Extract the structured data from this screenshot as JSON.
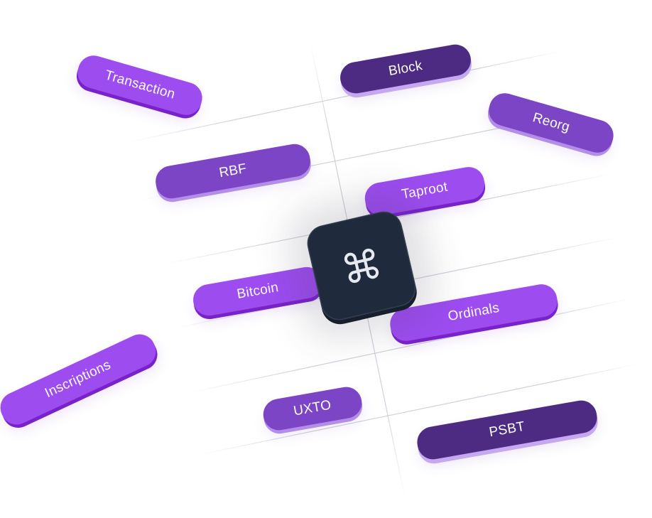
{
  "colors": {
    "pill_bright": "#9d4cf0",
    "pill_medium": "#7c45c6",
    "pill_dark": "#4d2b82",
    "key_background": "#1f2a3c",
    "grid_line": "#c8ccd6"
  },
  "command_key": {
    "icon": "command-icon"
  },
  "tags": [
    {
      "id": "transaction",
      "label": "Transaction"
    },
    {
      "id": "block",
      "label": "Block"
    },
    {
      "id": "reorg",
      "label": "Reorg"
    },
    {
      "id": "rbf",
      "label": "RBF"
    },
    {
      "id": "taproot",
      "label": "Taproot"
    },
    {
      "id": "bitcoin",
      "label": "Bitcoin"
    },
    {
      "id": "ordinals",
      "label": "Ordinals"
    },
    {
      "id": "inscriptions",
      "label": "Inscriptions"
    },
    {
      "id": "uxto",
      "label": "UXTO"
    },
    {
      "id": "psbt",
      "label": "PSBT"
    }
  ]
}
